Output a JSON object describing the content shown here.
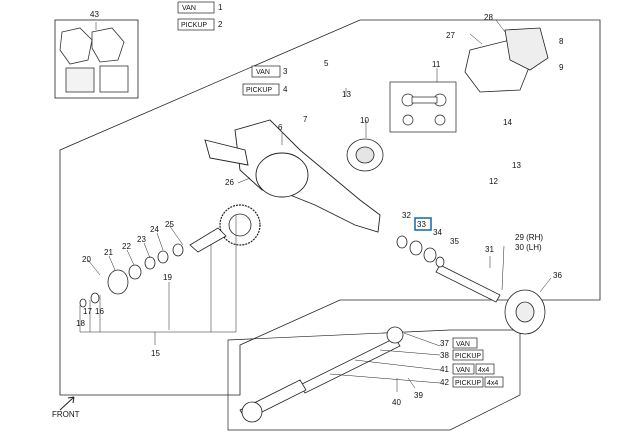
{
  "callouts": {
    "c1": "1",
    "c2": "2",
    "c3": "3",
    "c4": "4",
    "c5": "5",
    "c6": "6",
    "c7": "7",
    "c8": "8",
    "c9": "9",
    "c10": "10",
    "c11": "11",
    "c12": "12",
    "c13a": "13",
    "c13b": "13",
    "c14": "14",
    "c15": "15",
    "c16": "16",
    "c17": "17",
    "c18": "18",
    "c19": "19",
    "c20": "20",
    "c21": "21",
    "c22": "22",
    "c23": "23",
    "c24": "24",
    "c25": "25",
    "c26": "26",
    "c27": "27",
    "c28": "28",
    "c29": "29 (RH)",
    "c30": "30 (LH)",
    "c31": "31",
    "c32": "32",
    "c33": "33",
    "c34": "34",
    "c35": "35",
    "c36": "36",
    "c37": "37",
    "c38": "38",
    "c39": "39",
    "c40": "40",
    "c41": "41",
    "c42": "42",
    "c43": "43"
  },
  "tags": {
    "van": "VAN",
    "pickup": "PICKUP",
    "fourx4": "4x4"
  },
  "front_label": "FRONT",
  "highlighted_callout": "33",
  "colors": {
    "line": "#222222",
    "highlight": "#1f6fb2",
    "fill": "#ffffff",
    "shade": "#cfcfcf"
  }
}
